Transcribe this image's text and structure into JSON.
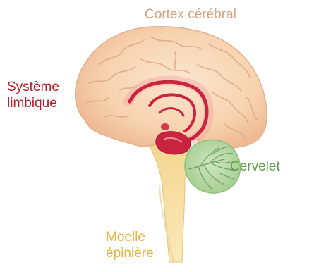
{
  "labels": {
    "cortex": "Cortex cérébral",
    "limbic": [
      "Système",
      "limbique"
    ],
    "cerebellum": "Cervelet",
    "spinal_cord": [
      "Moelle",
      "épinière"
    ]
  },
  "colors": {
    "cortex_label": "#d2a481",
    "limbic_label": "#b31b25",
    "cerebellum_label": "#5ca04a",
    "spinal_cord_label": "#e3b53f",
    "brain_fill": "#f7d3b0",
    "brain_fold": "#e3a98a",
    "limbic_red": "#c9243f",
    "limbic_glow": "#f08a92",
    "cerebellum_fill": "#b8d9a6",
    "cerebellum_vein": "#6b9f5f",
    "stem_fill": "#f4d78c"
  }
}
